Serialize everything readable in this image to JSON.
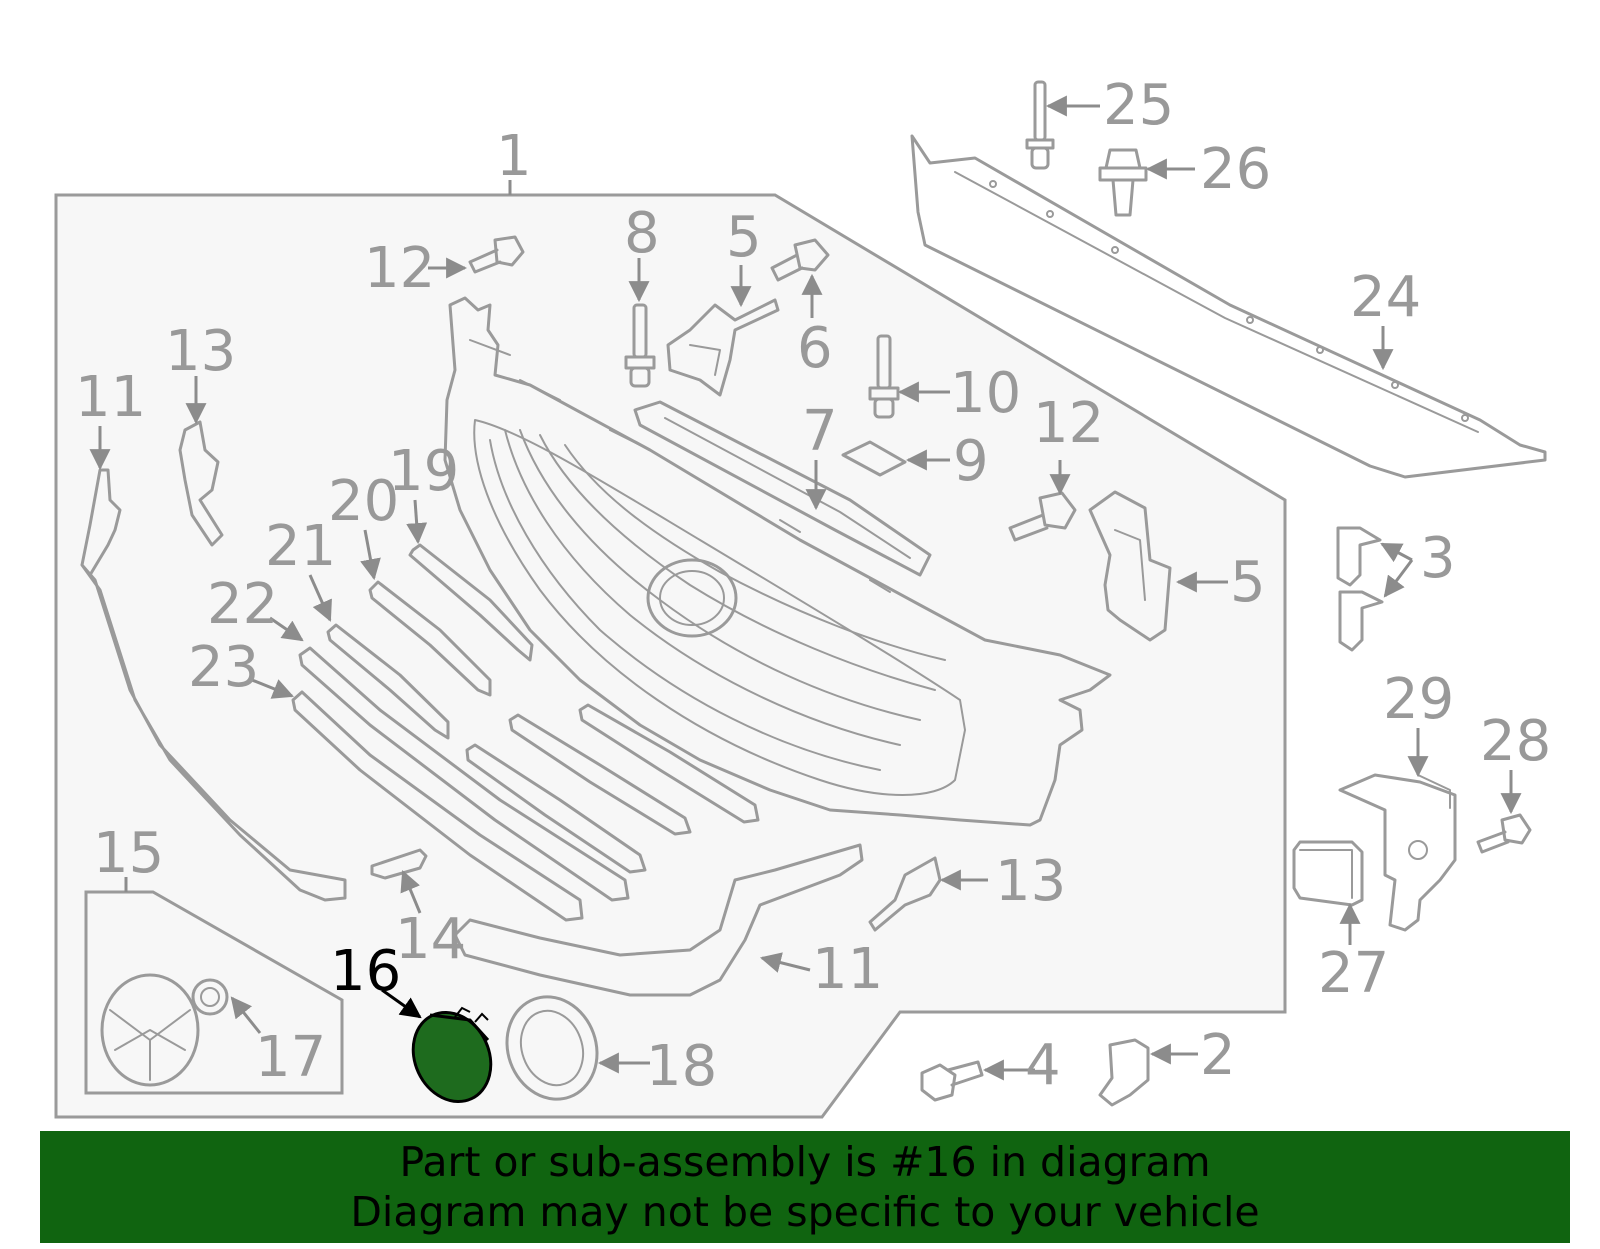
{
  "callouts": {
    "c1": "1",
    "c2": "2",
    "c3": "3",
    "c4": "4",
    "c5a": "5",
    "c5b": "5",
    "c6": "6",
    "c7": "7",
    "c8": "8",
    "c9": "9",
    "c10": "10",
    "c11a": "11",
    "c11b": "11",
    "c12a": "12",
    "c12b": "12",
    "c13a": "13",
    "c13b": "13",
    "c14": "14",
    "c15": "15",
    "c16": "16",
    "c17": "17",
    "c18": "18",
    "c19": "19",
    "c20": "20",
    "c21": "21",
    "c22": "22",
    "c23": "23",
    "c24": "24",
    "c25": "25",
    "c26": "26",
    "c27": "27",
    "c28": "28",
    "c29": "29"
  },
  "highlight": {
    "part": "16",
    "color": "#1e6b1e"
  },
  "banner": {
    "line1": "Part or sub-assembly is #16 in diagram",
    "line2": "Diagram may not be specific to your vehicle",
    "color": "#106410"
  }
}
